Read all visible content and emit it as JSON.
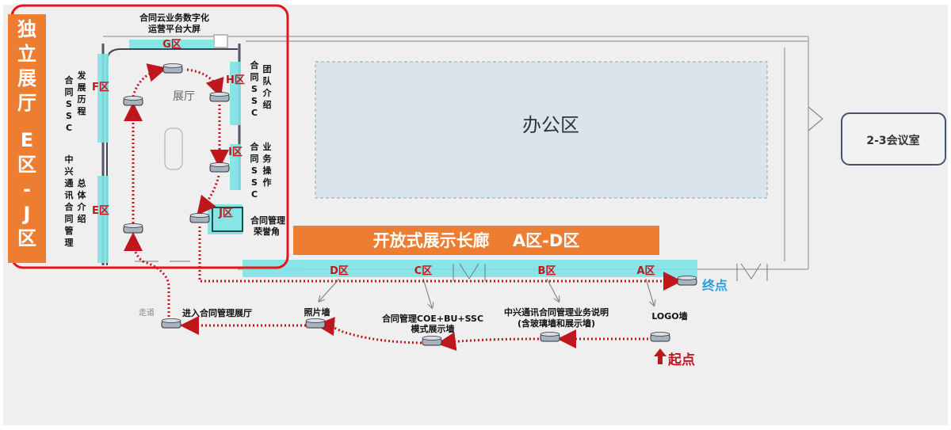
{
  "hall": {
    "side_banner": [
      "独",
      "立",
      "展",
      "厅",
      "E",
      "区",
      "-",
      "J",
      "区"
    ],
    "screen_caption_1": "合同云业务数字化",
    "screen_caption_2": "运营平台大屏",
    "hall_name": "展厅",
    "zones": {
      "G": "G区",
      "F": "F区",
      "H": "H区",
      "I": "I区",
      "E": "E区",
      "J": "J区"
    },
    "label_f": [
      "合同SSC",
      "发展历程"
    ],
    "label_e": [
      "中兴通讯合同管理",
      "总体介绍"
    ],
    "label_h": [
      "合同SSC",
      "团队介绍"
    ],
    "label_i": [
      "合同SSC",
      "业务操作"
    ],
    "label_j_1": "合同管理",
    "label_j_2": "荣誉角"
  },
  "office": {
    "label": "办公区"
  },
  "meeting_room": {
    "label": "2-3会议室"
  },
  "corridor": {
    "banner": "开放式展示长廊    A区-D区",
    "zones": [
      "D区",
      "C区",
      "B区",
      "A区"
    ],
    "walkway": "走道",
    "stations": {
      "enter": "进入合同管理展厅",
      "photo": "照片墙",
      "coe_1": "合同管理COE+BU+SSC",
      "coe_2": "模式展示墙",
      "zte_1": "中兴通讯合同管理业务说明",
      "zte_2": "(含玻璃墙和展示墙)",
      "logo": "LOGO墙"
    },
    "end": "终点",
    "start": "起点"
  },
  "colors": {
    "accent_orange": "#ed7d31",
    "route_red": "#c0161e",
    "cyan": "#7fe3e6",
    "end_blue": "#2a9fe0"
  }
}
